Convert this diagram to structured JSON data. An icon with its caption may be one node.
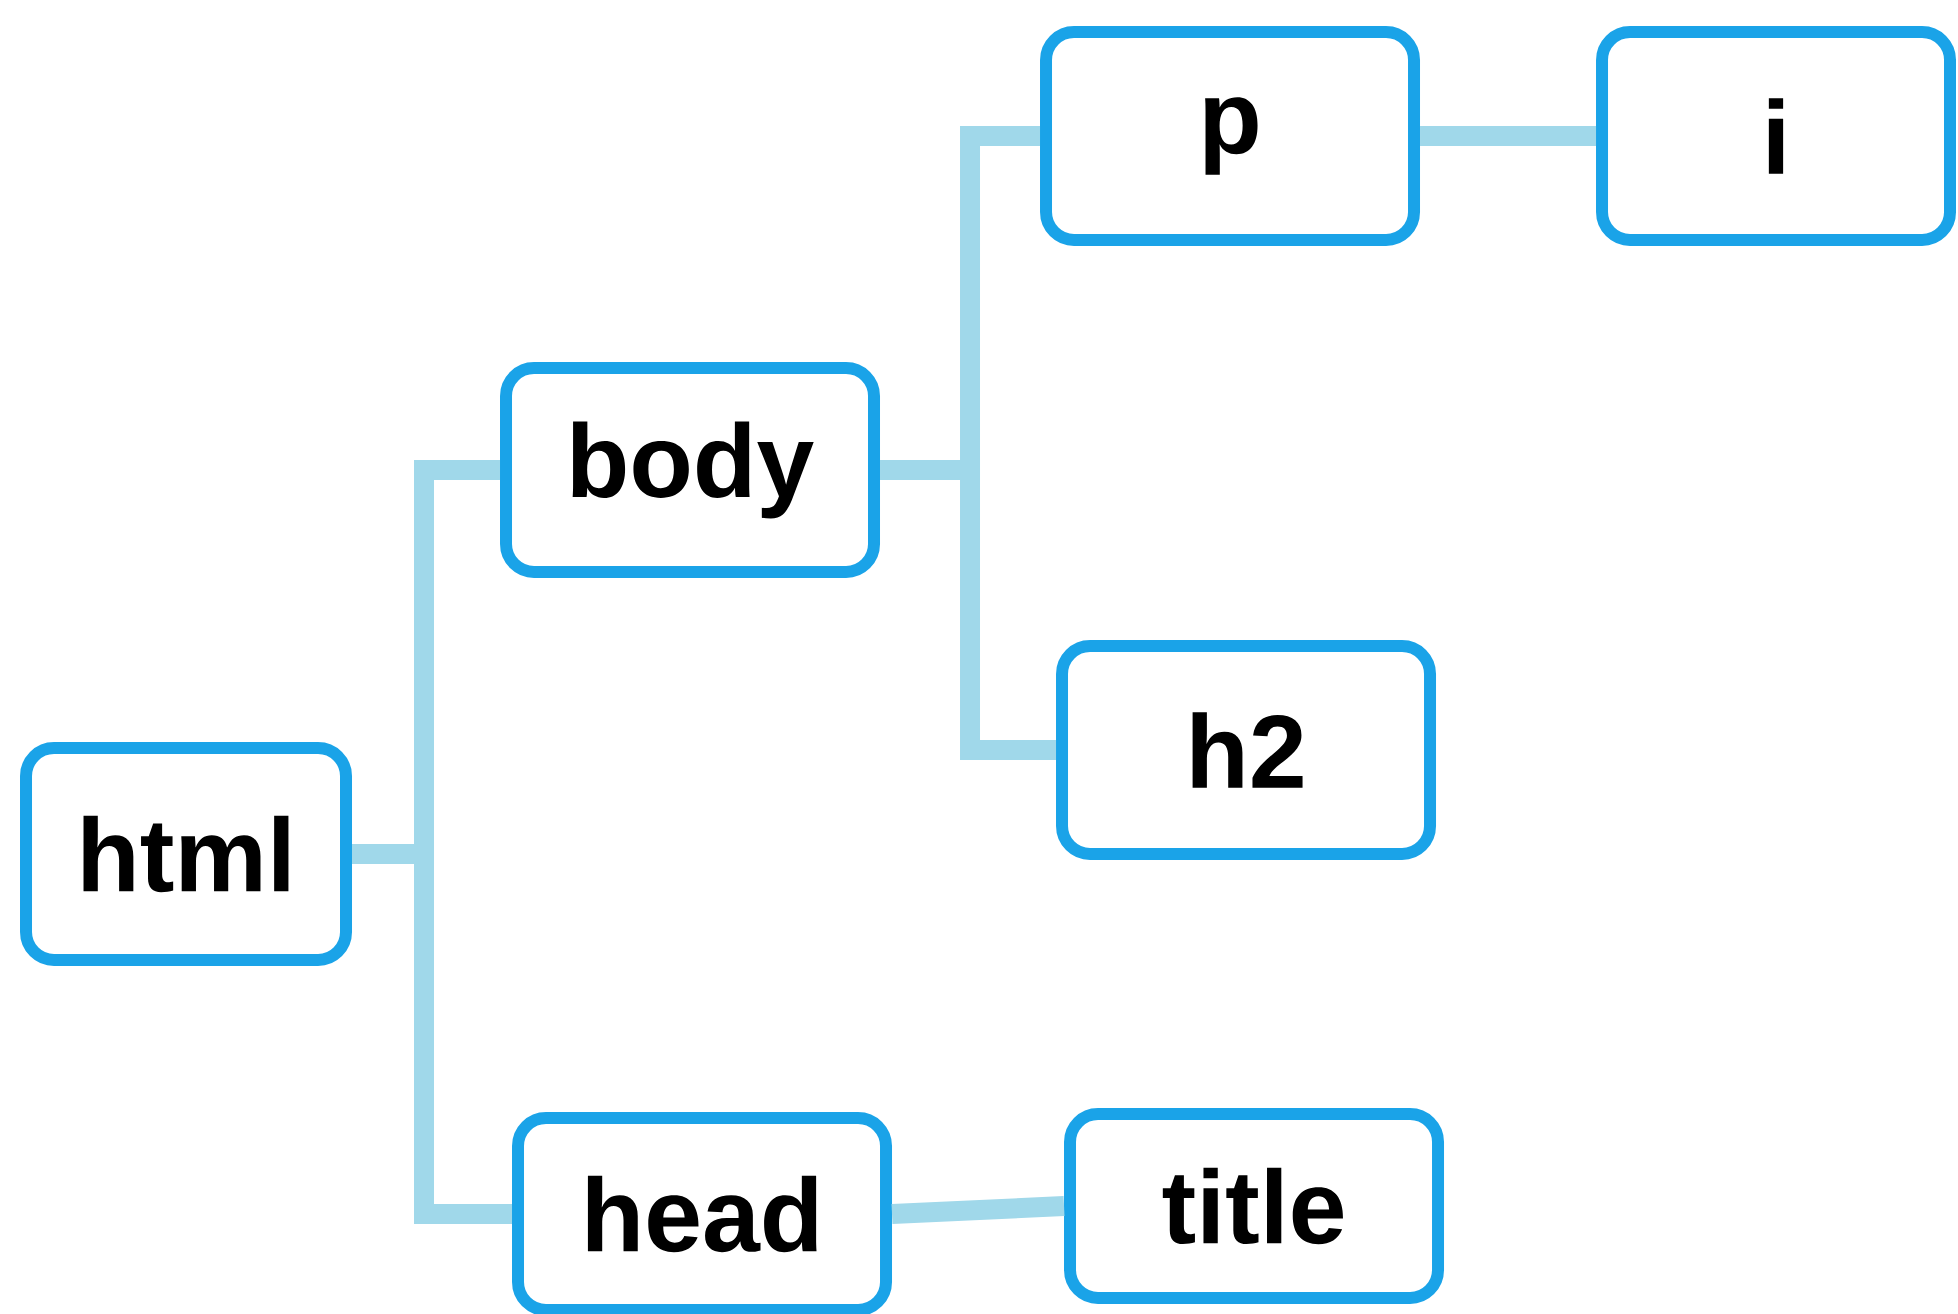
{
  "diagram": {
    "nodes": [
      {
        "text": [
          "html"
        ]
      },
      {
        "text": [
          "body"
        ]
      },
      {
        "text": [
          "p"
        ]
      },
      {
        "text": [
          "i"
        ]
      },
      {
        "text": [
          "h2"
        ]
      },
      {
        "text": [
          "head"
        ]
      },
      {
        "text": [
          "title"
        ]
      }
    ],
    "edges": [
      {
        "from": 0,
        "to": 1,
        "arrow": "none"
      },
      {
        "from": 0,
        "to": 5,
        "arrow": "none"
      },
      {
        "from": 1,
        "to": 2,
        "arrow": "none"
      },
      {
        "from": 1,
        "to": 4,
        "arrow": "none"
      },
      {
        "from": 2,
        "to": 3,
        "arrow": "none"
      },
      {
        "from": 5,
        "to": 6,
        "arrow": "none"
      }
    ]
  }
}
